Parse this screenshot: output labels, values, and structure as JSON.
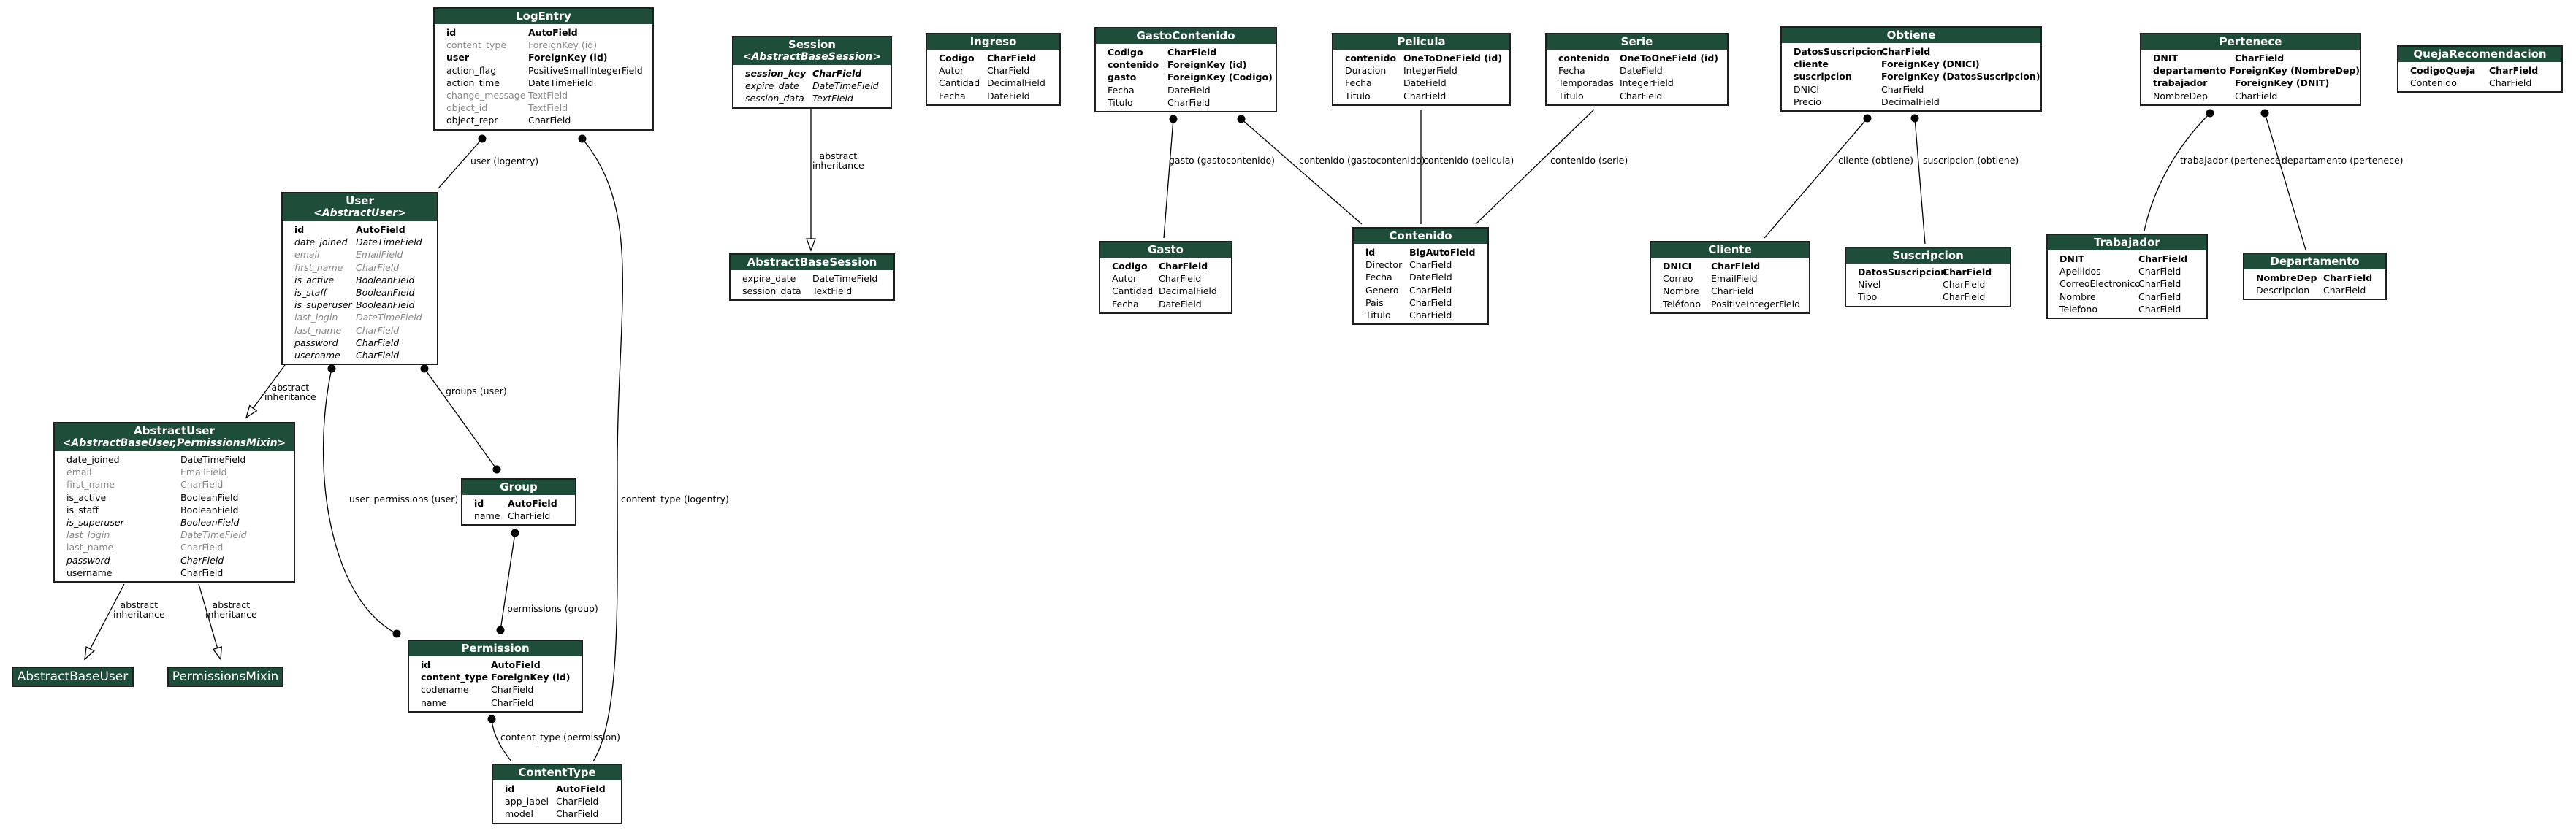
{
  "tables": {
    "logentry": {
      "title": "LogEntry",
      "rows": [
        {
          "n": "id",
          "t": "AutoField",
          "s": "b"
        },
        {
          "n": "content_type",
          "t": "ForeignKey (id)",
          "s": "g"
        },
        {
          "n": "user",
          "t": "ForeignKey (id)",
          "s": "b"
        },
        {
          "n": "action_flag",
          "t": "PositiveSmallIntegerField",
          "s": ""
        },
        {
          "n": "action_time",
          "t": "DateTimeField",
          "s": ""
        },
        {
          "n": "change_message",
          "t": "TextField",
          "s": "g"
        },
        {
          "n": "object_id",
          "t": "TextField",
          "s": "g"
        },
        {
          "n": "object_repr",
          "t": "CharField",
          "s": ""
        }
      ]
    },
    "user": {
      "title": "User",
      "subtitle": "<AbstractUser>",
      "rows": [
        {
          "n": "id",
          "t": "AutoField",
          "s": "b"
        },
        {
          "n": "date_joined",
          "t": "DateTimeField",
          "s": "i"
        },
        {
          "n": "email",
          "t": "EmailField",
          "s": "gi"
        },
        {
          "n": "first_name",
          "t": "CharField",
          "s": "gi"
        },
        {
          "n": "is_active",
          "t": "BooleanField",
          "s": "i"
        },
        {
          "n": "is_staff",
          "t": "BooleanField",
          "s": "i"
        },
        {
          "n": "is_superuser",
          "t": "BooleanField",
          "s": "i"
        },
        {
          "n": "last_login",
          "t": "DateTimeField",
          "s": "gi"
        },
        {
          "n": "last_name",
          "t": "CharField",
          "s": "gi"
        },
        {
          "n": "password",
          "t": "CharField",
          "s": "i"
        },
        {
          "n": "username",
          "t": "CharField",
          "s": "i"
        }
      ]
    },
    "abstractuser": {
      "title": "AbstractUser",
      "subtitle": "<AbstractBaseUser,PermissionsMixin>",
      "rows": [
        {
          "n": "date_joined",
          "t": "DateTimeField",
          "s": ""
        },
        {
          "n": "email",
          "t": "EmailField",
          "s": "g"
        },
        {
          "n": "first_name",
          "t": "CharField",
          "s": "g"
        },
        {
          "n": "is_active",
          "t": "BooleanField",
          "s": ""
        },
        {
          "n": "is_staff",
          "t": "BooleanField",
          "s": ""
        },
        {
          "n": "is_superuser",
          "t": "BooleanField",
          "s": "i"
        },
        {
          "n": "last_login",
          "t": "DateTimeField",
          "s": "gi"
        },
        {
          "n": "last_name",
          "t": "CharField",
          "s": "g"
        },
        {
          "n": "password",
          "t": "CharField",
          "s": "i"
        },
        {
          "n": "username",
          "t": "CharField",
          "s": ""
        }
      ]
    },
    "group": {
      "title": "Group",
      "rows": [
        {
          "n": "id",
          "t": "AutoField",
          "s": "b"
        },
        {
          "n": "name",
          "t": "CharField",
          "s": ""
        }
      ]
    },
    "permission": {
      "title": "Permission",
      "rows": [
        {
          "n": "id",
          "t": "AutoField",
          "s": "b"
        },
        {
          "n": "content_type",
          "t": "ForeignKey (id)",
          "s": "b"
        },
        {
          "n": "codename",
          "t": "CharField",
          "s": ""
        },
        {
          "n": "name",
          "t": "CharField",
          "s": ""
        }
      ]
    },
    "contenttype": {
      "title": "ContentType",
      "rows": [
        {
          "n": "id",
          "t": "AutoField",
          "s": "b"
        },
        {
          "n": "app_label",
          "t": "CharField",
          "s": ""
        },
        {
          "n": "model",
          "t": "CharField",
          "s": ""
        }
      ]
    },
    "session": {
      "title": "Session",
      "subtitle": "<AbstractBaseSession>",
      "rows": [
        {
          "n": "session_key",
          "t": "CharField",
          "s": "bi"
        },
        {
          "n": "expire_date",
          "t": "DateTimeField",
          "s": "i"
        },
        {
          "n": "session_data",
          "t": "TextField",
          "s": "i"
        }
      ]
    },
    "abstractbasesession": {
      "title": "AbstractBaseSession",
      "rows": [
        {
          "n": "expire_date",
          "t": "DateTimeField",
          "s": ""
        },
        {
          "n": "session_data",
          "t": "TextField",
          "s": ""
        }
      ]
    },
    "ingreso": {
      "title": "Ingreso",
      "rows": [
        {
          "n": "Codigo",
          "t": "CharField",
          "s": "b"
        },
        {
          "n": "Autor",
          "t": "CharField",
          "s": ""
        },
        {
          "n": "Cantidad",
          "t": "DecimalField",
          "s": ""
        },
        {
          "n": "Fecha",
          "t": "DateField",
          "s": ""
        }
      ]
    },
    "gastocontenido": {
      "title": "GastoContenido",
      "rows": [
        {
          "n": "Codigo",
          "t": "CharField",
          "s": "b"
        },
        {
          "n": "contenido",
          "t": "ForeignKey (id)",
          "s": "b"
        },
        {
          "n": "gasto",
          "t": "ForeignKey (Codigo)",
          "s": "b"
        },
        {
          "n": "Fecha",
          "t": "DateField",
          "s": ""
        },
        {
          "n": "Titulo",
          "t": "CharField",
          "s": ""
        }
      ]
    },
    "gasto": {
      "title": "Gasto",
      "rows": [
        {
          "n": "Codigo",
          "t": "CharField",
          "s": "b"
        },
        {
          "n": "Autor",
          "t": "CharField",
          "s": ""
        },
        {
          "n": "Cantidad",
          "t": "DecimalField",
          "s": ""
        },
        {
          "n": "Fecha",
          "t": "DateField",
          "s": ""
        }
      ]
    },
    "pelicula": {
      "title": "Pelicula",
      "rows": [
        {
          "n": "contenido",
          "t": "OneToOneField (id)",
          "s": "b"
        },
        {
          "n": "Duracion",
          "t": "IntegerField",
          "s": ""
        },
        {
          "n": "Fecha",
          "t": "DateField",
          "s": ""
        },
        {
          "n": "Titulo",
          "t": "CharField",
          "s": ""
        }
      ]
    },
    "serie": {
      "title": "Serie",
      "rows": [
        {
          "n": "contenido",
          "t": "OneToOneField (id)",
          "s": "b"
        },
        {
          "n": "Fecha",
          "t": "DateField",
          "s": ""
        },
        {
          "n": "Temporadas",
          "t": "IntegerField",
          "s": ""
        },
        {
          "n": "Titulo",
          "t": "CharField",
          "s": ""
        }
      ]
    },
    "contenido": {
      "title": "Contenido",
      "rows": [
        {
          "n": "id",
          "t": "BigAutoField",
          "s": "b"
        },
        {
          "n": "Director",
          "t": "CharField",
          "s": ""
        },
        {
          "n": "Fecha",
          "t": "DateField",
          "s": ""
        },
        {
          "n": "Genero",
          "t": "CharField",
          "s": ""
        },
        {
          "n": "Pais",
          "t": "CharField",
          "s": ""
        },
        {
          "n": "Titulo",
          "t": "CharField",
          "s": ""
        }
      ]
    },
    "obtiene": {
      "title": "Obtiene",
      "rows": [
        {
          "n": "DatosSuscripcion",
          "t": "CharField",
          "s": "b"
        },
        {
          "n": "cliente",
          "t": "ForeignKey (DNICI)",
          "s": "b"
        },
        {
          "n": "suscripcion",
          "t": "ForeignKey (DatosSuscripcion)",
          "s": "b"
        },
        {
          "n": "DNICI",
          "t": "CharField",
          "s": ""
        },
        {
          "n": "Precio",
          "t": "DecimalField",
          "s": ""
        }
      ]
    },
    "cliente": {
      "title": "Cliente",
      "rows": [
        {
          "n": "DNICI",
          "t": "CharField",
          "s": "b"
        },
        {
          "n": "Correo",
          "t": "EmailField",
          "s": ""
        },
        {
          "n": "Nombre",
          "t": "CharField",
          "s": ""
        },
        {
          "n": "Teléfono",
          "t": "PositiveIntegerField",
          "s": ""
        }
      ]
    },
    "suscripcion": {
      "title": "Suscripcion",
      "rows": [
        {
          "n": "DatosSuscripcion",
          "t": "CharField",
          "s": "b"
        },
        {
          "n": "Nivel",
          "t": "CharField",
          "s": ""
        },
        {
          "n": "Tipo",
          "t": "CharField",
          "s": ""
        }
      ]
    },
    "pertenece": {
      "title": "Pertenece",
      "rows": [
        {
          "n": "DNIT",
          "t": "CharField",
          "s": "b"
        },
        {
          "n": "departamento",
          "t": "ForeignKey (NombreDep)",
          "s": "b"
        },
        {
          "n": "trabajador",
          "t": "ForeignKey (DNIT)",
          "s": "b"
        },
        {
          "n": "NombreDep",
          "t": "CharField",
          "s": ""
        }
      ]
    },
    "trabajador": {
      "title": "Trabajador",
      "rows": [
        {
          "n": "DNIT",
          "t": "CharField",
          "s": "b"
        },
        {
          "n": "Apellidos",
          "t": "CharField",
          "s": ""
        },
        {
          "n": "CorreoElectronico",
          "t": "CharField",
          "s": ""
        },
        {
          "n": "Nombre",
          "t": "CharField",
          "s": ""
        },
        {
          "n": "Telefono",
          "t": "CharField",
          "s": ""
        }
      ]
    },
    "departamento": {
      "title": "Departamento",
      "rows": [
        {
          "n": "NombreDep",
          "t": "CharField",
          "s": "b"
        },
        {
          "n": "Descripcion",
          "t": "CharField",
          "s": ""
        }
      ]
    },
    "quejarecomendacion": {
      "title": "QuejaRecomendacion",
      "rows": [
        {
          "n": "CodigoQueja",
          "t": "CharField",
          "s": "b"
        },
        {
          "n": "Contenido",
          "t": "CharField",
          "s": ""
        }
      ]
    }
  },
  "standalone": {
    "abstractbaseuser": "AbstractBaseUser",
    "permissionsmixin": "PermissionsMixin"
  },
  "edge_labels": {
    "user_logentry": "user (logentry)",
    "abstract_inheritance": "abstract\ninheritance",
    "groups_user": "groups (user)",
    "user_permissions_user": "user_permissions (user)",
    "content_type_logentry": "content_type (logentry)",
    "permissions_group": "permissions (group)",
    "content_type_permission": "content_type (permission)",
    "gasto_gastocontenido": "gasto (gastocontenido)",
    "contenido_gastocontenido": "contenido (gastocontenido)",
    "contenido_pelicula": "contenido (pelicula)",
    "contenido_serie": "contenido (serie)",
    "cliente_obtiene": "cliente (obtiene)",
    "suscripcion_obtiene": "suscripcion (obtiene)",
    "trabajador_pertenece": "trabajador (pertenece)",
    "departamento_pertenece": "departamento (pertenece)"
  }
}
